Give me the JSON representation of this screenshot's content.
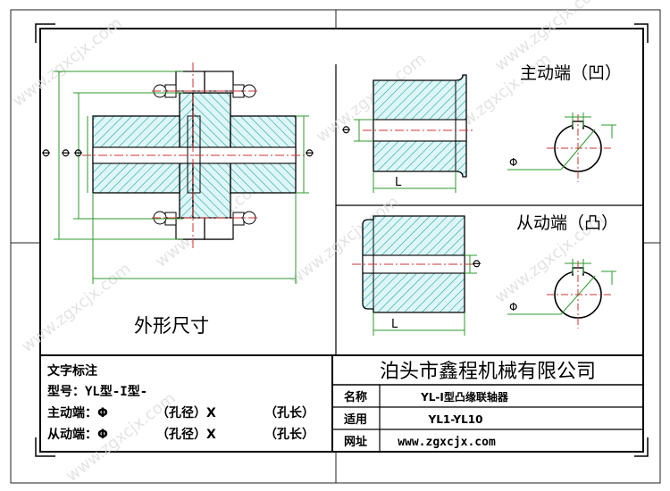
{
  "views": {
    "outline_title": "外形尺寸",
    "driving_end_title": "主动端（凹）",
    "driven_end_title": "从动端（凸）"
  },
  "dims": {
    "phi": "Φ",
    "length": "L"
  },
  "notes": {
    "heading": "文字标注",
    "model_line": "型号：YL型-I型-",
    "driving_label": "主动端：Φ",
    "driven_label": "从动端：Φ",
    "bore_dia": "（孔径）X",
    "bore_len": "（孔长）"
  },
  "title_block": {
    "company": "泊头市鑫程机械有限公司",
    "rows": [
      {
        "label": "名称",
        "value": "YL-I型凸缘联轴器"
      },
      {
        "label": "适用",
        "value": "YL1-YL10"
      },
      {
        "label": "网址",
        "value": "www.zgxcjx.com"
      }
    ]
  },
  "watermark": "www.zgxcjx.com",
  "colors": {
    "hatch": "#2aa8b0",
    "dimension": "#2e9a2e",
    "center_line": "#d23232",
    "outline": "#000000"
  }
}
